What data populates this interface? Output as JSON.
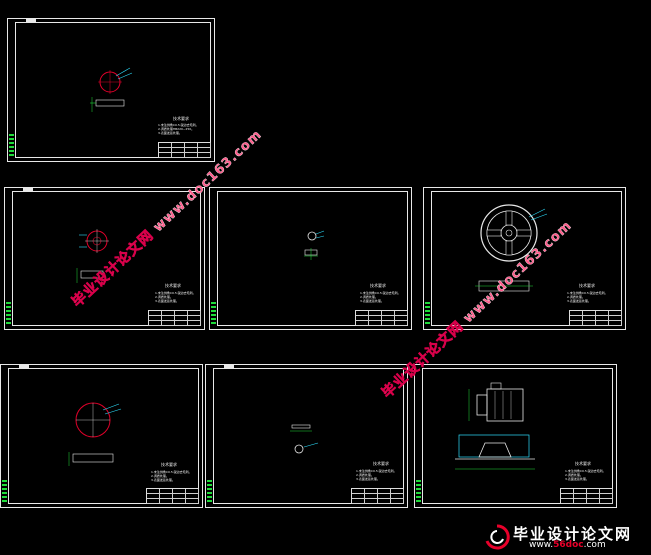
{
  "colors": {
    "background": "#000000",
    "frame": "#e8e8e8",
    "accent_red": "#e0002a",
    "accent_cyan": "#2de0ff",
    "accent_green": "#1fdc3a"
  },
  "sheets": [
    {
      "id": "sheet-1",
      "title": "技术要求",
      "notes": "1.未注倒角C0.5,锐边去毛刺。\n2.调质处理HB220~250。\n3.表面发蓝处理。"
    },
    {
      "id": "sheet-2",
      "title": "技术要求",
      "notes": "1.未注倒角C0.5,锐边去毛刺。\n2.调质处理。\n3.表面发蓝处理。"
    },
    {
      "id": "sheet-3",
      "title": "技术要求",
      "notes": "1.未注倒角C0.5,锐边去毛刺。\n2.调质处理。\n3.表面发蓝处理。"
    },
    {
      "id": "sheet-4",
      "title": "技术要求",
      "notes": "1.未注倒角C0.5,锐边去毛刺。\n2.调质处理。\n3.表面发蓝处理。"
    },
    {
      "id": "sheet-5",
      "title": "技术要求",
      "notes": "1.未注倒角C0.5,锐边去毛刺。\n2.调质处理。\n3.表面发蓝处理。"
    },
    {
      "id": "sheet-6",
      "title": "技术要求",
      "notes": "1.未注倒角C0.5,锐边去毛刺。\n2.调质处理。\n3.表面发蓝处理。"
    },
    {
      "id": "sheet-7",
      "title": "技术要求",
      "notes": "1.未注倒角C0.5,锐边去毛刺。\n2.调质处理。\n3.表面发蓝处理。"
    }
  ],
  "watermarks": [
    {
      "cn": "毕业设计论文网",
      "url": "www.doc163.com"
    },
    {
      "cn": "毕业设计论文网",
      "url": "www.doc163.com"
    }
  ],
  "logo": {
    "cn": "毕业设计论文网",
    "url_prefix": "www.",
    "url_accent": "56doc",
    "url_suffix": ".com"
  }
}
